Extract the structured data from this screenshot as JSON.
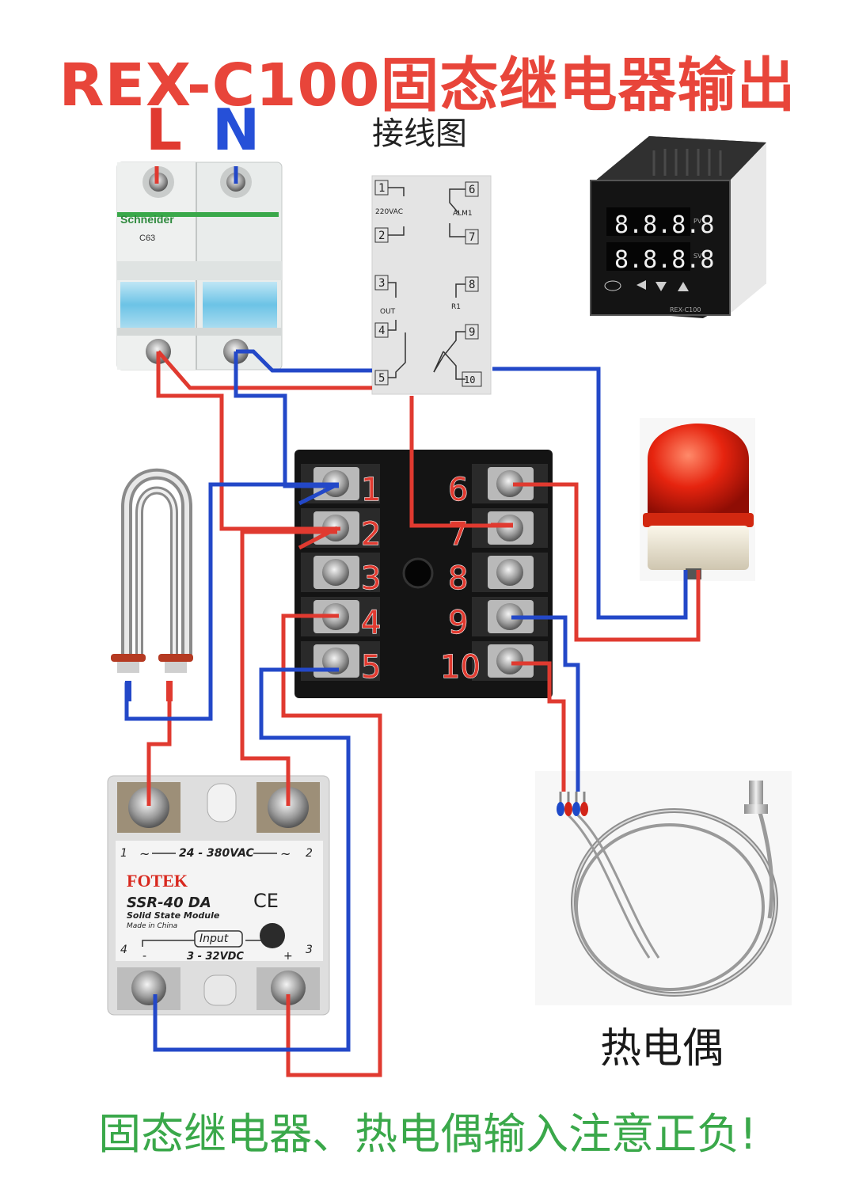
{
  "title": "REX-C100固态继电器输出",
  "subtitle": "接线图",
  "line_label": "L",
  "neutral_label": "N",
  "breaker": {
    "brand": "Schneider",
    "model": "C63"
  },
  "relay_module": {
    "terminals": [
      "1",
      "2",
      "3",
      "4",
      "5",
      "6",
      "7",
      "8",
      "9",
      "10"
    ],
    "ac_label": "220VAC",
    "alarm_label": "ALM1",
    "out_label": "OUT",
    "r1_label": "R1"
  },
  "controller": {
    "pv_display": "8.8.8.8",
    "sv_display": "8.8.8.8",
    "pv_tag": "PV",
    "sv_tag": "SV",
    "model": "REX-C100"
  },
  "terminal_block": {
    "left_numbers": [
      "1",
      "2",
      "3",
      "4",
      "5"
    ],
    "right_numbers": [
      "6",
      "7",
      "8",
      "9",
      "10"
    ]
  },
  "ssr": {
    "brand": "FOTEK",
    "model": "SSR-40 DA",
    "desc": "Solid State Module",
    "made": "Made in China",
    "ac_range": "24 - 380VAC",
    "input_label": "Input",
    "dc_range": "3 - 32VDC",
    "ce": "CE",
    "pin1": "1",
    "pin2": "2",
    "pin3": "3",
    "pin4": "4",
    "minus": "-",
    "plus": "+",
    "tilde1": "~",
    "tilde2": "~"
  },
  "thermocouple_label": "热电偶",
  "footer": "固态继电器、热电偶输入注意正负!",
  "colors": {
    "title": "#e8453a",
    "red_wire": "#e03a30",
    "blue_wire": "#2348c8",
    "footer": "#3aa84a"
  }
}
